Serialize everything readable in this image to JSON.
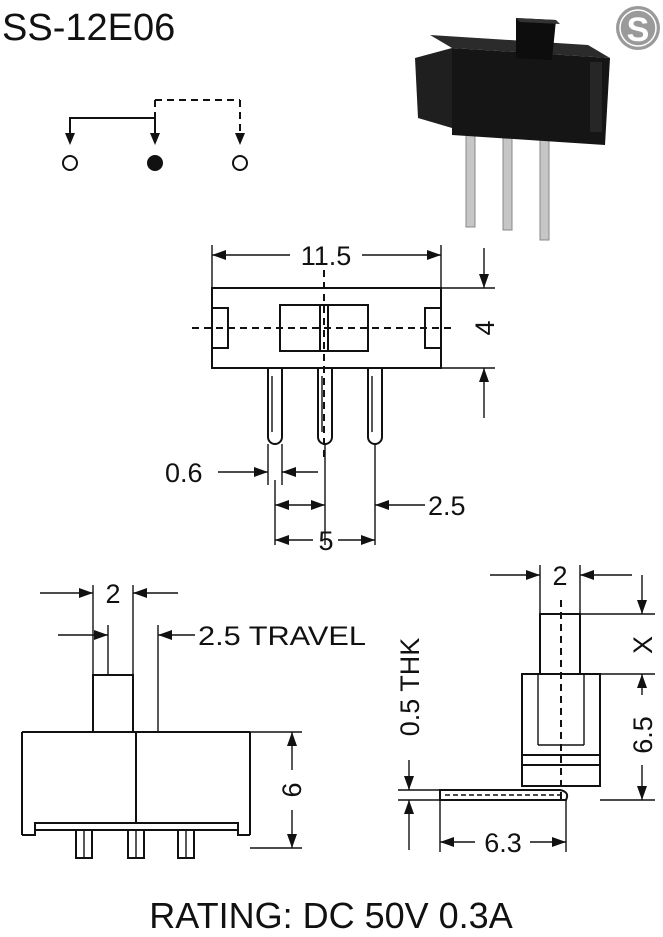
{
  "part_number": "SS-12E06",
  "brand_mark": "S",
  "dimensions": {
    "body_length": "11.5",
    "body_height": "4",
    "pin_diameter": "0.6",
    "pin_pitch": "2.5",
    "pin_span": "5",
    "actuator_width": "2",
    "travel": "2.5 TRAVEL",
    "front_height": "6",
    "side_width": "2",
    "side_lever": "X",
    "side_height": "6.5",
    "thickness": "0.5 THK",
    "side_base": "6.3"
  },
  "rating": "RATING: DC 50V 0.3A"
}
